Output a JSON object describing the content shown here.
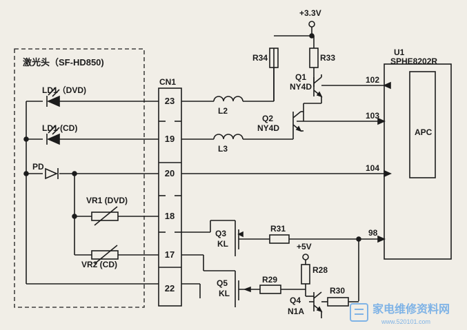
{
  "schematic": {
    "laser_head": {
      "title": "激光头（SF-HD850)"
    },
    "connector": {
      "name": "CN1",
      "pins": [
        "23",
        "19",
        "20",
        "18",
        "17",
        "22"
      ]
    },
    "ic": {
      "name": "U1",
      "part": "SPHE8202R",
      "block": "APC",
      "pins": {
        "p102": "102",
        "p103": "103",
        "p104": "104",
        "p98": "98"
      }
    },
    "supplies": {
      "v33": "+3.3V",
      "v5": "+5V"
    },
    "components": {
      "ld1_dvd": "LD1（DVD)",
      "ld1_cd": "LD1 (CD)",
      "pd": "PD",
      "vr1": "VR1 (DVD)",
      "vr2": "VR2 (CD)",
      "l2": "L2",
      "l3": "L3",
      "r34": "R34",
      "r33": "R33",
      "q1": "Q1",
      "q1_type": "NY4D",
      "q2": "Q2",
      "q2_type": "NY4D",
      "q3": "Q3",
      "q3_type": "KL",
      "q5": "Q5",
      "q5_type": "KL",
      "q4": "Q4",
      "q4_type": "N1A",
      "r31": "R31",
      "r28": "R28",
      "r29": "R29",
      "r30": "R30"
    }
  },
  "watermark": {
    "text": "家电维修资料网",
    "url": "www.520101.com"
  },
  "colors": {
    "ink": "#1c1c1c",
    "paper": "#f1eee7",
    "watermark": "#7fb3e6"
  }
}
